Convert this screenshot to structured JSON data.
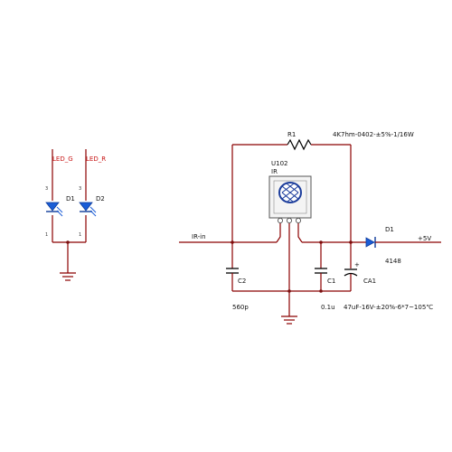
{
  "colors": {
    "wire": "#8b0000",
    "red_label": "#c81414",
    "led_blue": "#1a5dd6",
    "sensor_blue": "#1c3d9c",
    "junction": "#7a1010"
  },
  "led_section": {
    "led_g_label": "LED_G",
    "led_r_label": "LED_R",
    "d1_label": "D1",
    "d2_label": "D2",
    "pin_top_1": "3",
    "pin_top_2": "3",
    "pin_bottom_1": "1",
    "pin_bottom_2": "1"
  },
  "ir_section": {
    "r1_label": "R1",
    "r1_value": "4K7hm-0402-±5%-1/16W",
    "u102_label": "U102",
    "ir_label": "IR",
    "ir_in_label": "IR-in",
    "d1_label": "D1",
    "d1_value": "4148",
    "plus5v_label": "+5V",
    "c2_label": "C2",
    "c2_value": "560p",
    "c1_label": "C1",
    "c1_value": "0.1u",
    "ca1_label": "CA1",
    "ca1_value": "47uF-16V-±20%-6*7~105℃",
    "cap_plus": "+"
  }
}
